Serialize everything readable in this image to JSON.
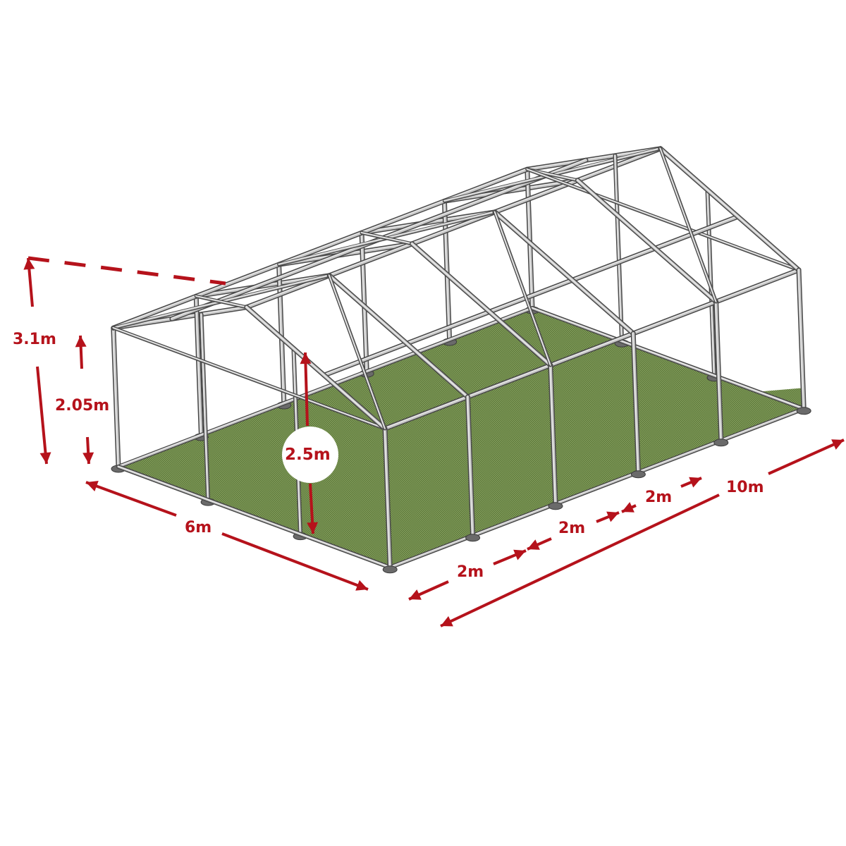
{
  "diagram": {
    "subject": "Tent frame with green floor panel (isometric view)",
    "colors": {
      "frame": "#c9c9c9",
      "frame_edge": "#4a4a4a",
      "floor": "#7e9a5a",
      "floor_dark": "#5f7a40",
      "dimension": "#b5121b",
      "background": "#ffffff"
    },
    "structure": {
      "length_m": 10,
      "width_m": 6,
      "bay_spacing_m": 2,
      "side_height_m": 2.05,
      "ridge_height_m": 3.1
    },
    "dimensions": {
      "ridge_height": "3.1m",
      "side_height": "2.05m",
      "center_clearance": "2.5m",
      "width": "6m",
      "bay_1": "2m",
      "bay_2": "2m",
      "bay_3": "2m",
      "length": "10m"
    }
  }
}
